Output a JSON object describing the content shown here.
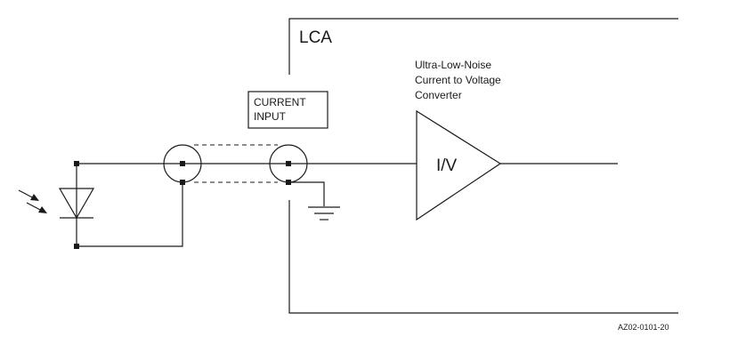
{
  "labels": {
    "lca": "LCA",
    "converter_line1": "Ultra-Low-Noise",
    "converter_line2": "Current to Voltage",
    "converter_line3": "Converter",
    "amp": "I/V",
    "input_line1": "CURRENT",
    "input_line2": "INPUT",
    "figure_id": "AZ02-0101-20"
  },
  "components": [
    "photodiode-icon",
    "coax-connector-icon",
    "ground-icon",
    "amplifier-icon"
  ]
}
